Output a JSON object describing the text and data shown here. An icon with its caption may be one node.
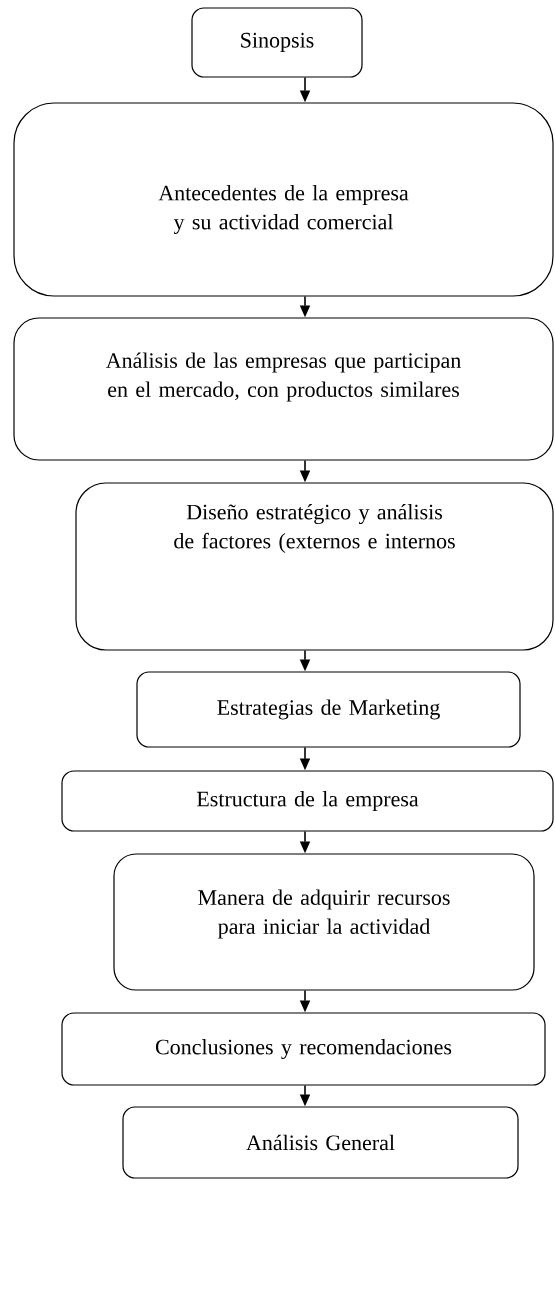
{
  "diagram": {
    "nodes": [
      {
        "text": [
          "Sinopsis"
        ]
      },
      {
        "text": [
          "Antecedentes de la empresa y su actividad comercial"
        ]
      },
      {
        "text": [
          "Análisis de las empresas que participan en el mercado, con productos similares"
        ]
      },
      {
        "text": [
          "Diseño estratégico y análisis de factores (externos e internos"
        ]
      },
      {
        "text": [
          "Estrategias de Marketing"
        ]
      },
      {
        "text": [
          "Estructura de la empresa"
        ]
      },
      {
        "text": [
          "Manera de adquirir recursos para iniciar la actividad"
        ]
      },
      {
        "text": [
          "Conclusiones y recomendaciones"
        ]
      },
      {
        "text": [
          "Análisis General"
        ]
      }
    ],
    "edges": [
      {
        "from": 0,
        "to": 1,
        "arrow": "to"
      },
      {
        "from": 1,
        "to": 2,
        "arrow": "to"
      },
      {
        "from": 2,
        "to": 3,
        "arrow": "to"
      },
      {
        "from": 3,
        "to": 4,
        "arrow": "to"
      },
      {
        "from": 4,
        "to": 5,
        "arrow": "to"
      },
      {
        "from": 5,
        "to": 6,
        "arrow": "to"
      },
      {
        "from": 6,
        "to": 7,
        "arrow": "to"
      },
      {
        "from": 7,
        "to": 8,
        "arrow": "to"
      }
    ]
  }
}
